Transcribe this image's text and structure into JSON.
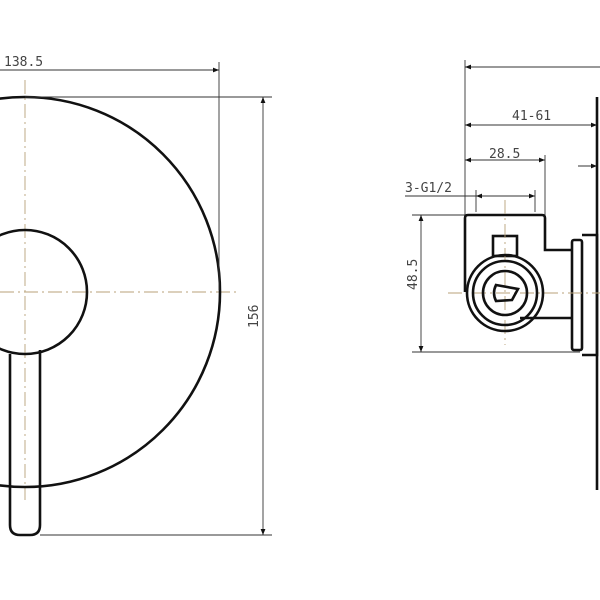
{
  "front_view": {
    "width_dim": "138.5",
    "height_dim": "156"
  },
  "side_view": {
    "depth_range_dim": "41-61",
    "body_depth_dim": "28.5",
    "ports_dim": "3-G1/2",
    "body_height_dim": "48.5"
  },
  "colors": {
    "line": "#111111",
    "centerline": "#b8a27a",
    "dimension": "#333333"
  }
}
